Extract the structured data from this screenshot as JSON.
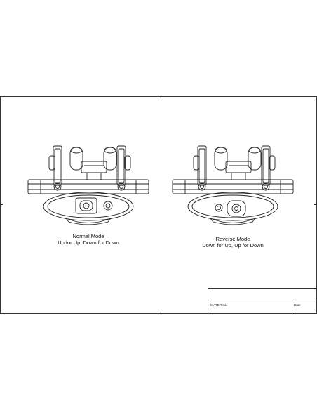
{
  "figures": [
    {
      "mode_label": "Normal Mode",
      "instruction": "Up for Up, Down for Down"
    },
    {
      "mode_label": "Reverse Mode",
      "instruction": "Down for Up, Up for Down"
    }
  ],
  "title_block": {
    "material_label": "MATERIAL",
    "date_label": "Date"
  }
}
